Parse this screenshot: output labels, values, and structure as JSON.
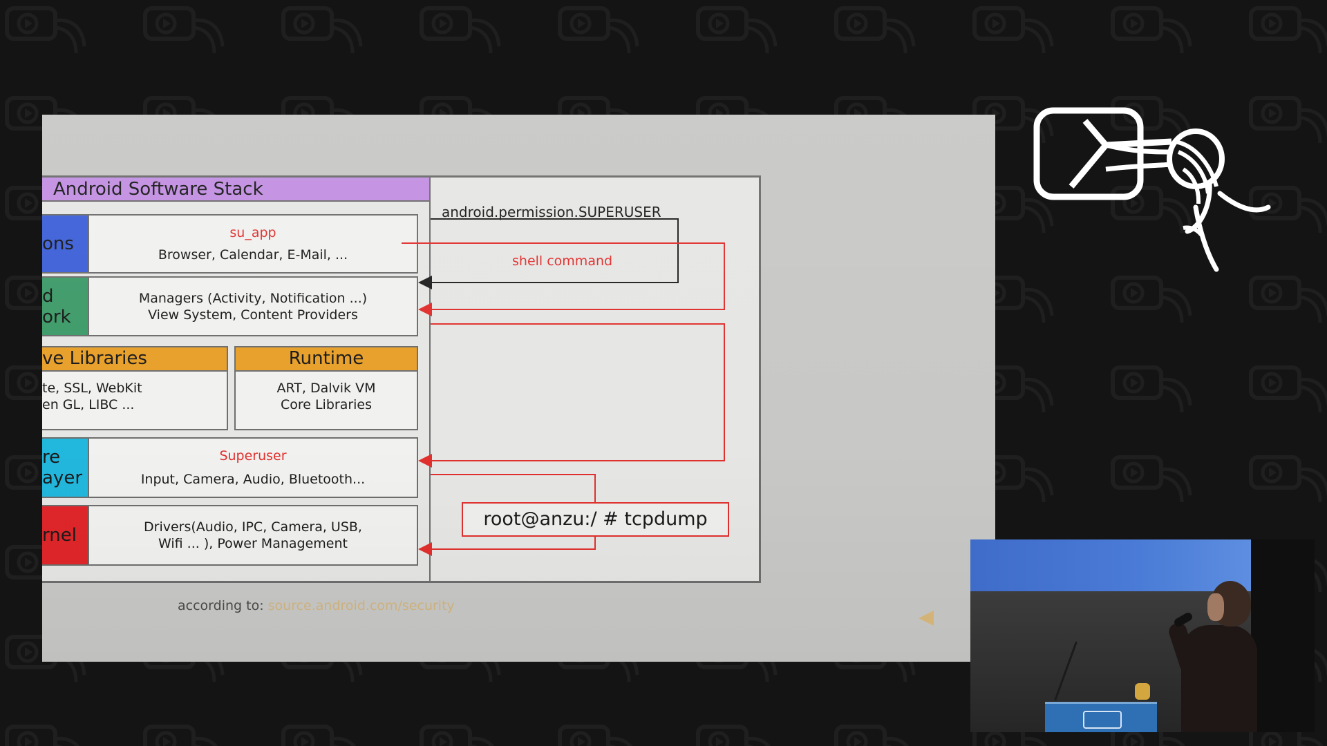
{
  "diagram": {
    "stack_title": "Android Software Stack",
    "permission": "android.permission.SUPERUSER",
    "shell_command": "shell command",
    "tcpdump": "root@anzu:/ # tcpdump",
    "layers": {
      "applications": {
        "side_lines": [
          "ons"
        ],
        "highlight": "su_app",
        "text_lines": [
          "Browser, Calendar, E-Mail, ..."
        ],
        "side_color": "#3f62d8"
      },
      "framework": {
        "side_lines": [
          "d",
          "ork"
        ],
        "text_lines": [
          "Managers (Activity, Notification ...)",
          "View System, Content Providers"
        ],
        "side_color": "#3f9b6a"
      },
      "native_libraries": {
        "head": "ve Libraries",
        "text_lines": [
          "te, SSL, WebKit",
          "en GL, LIBC ..."
        ]
      },
      "runtime": {
        "head": "Runtime",
        "text_lines": [
          "ART, Dalvik VM",
          "Core Libraries"
        ]
      },
      "hal": {
        "side_lines": [
          "re",
          "ayer"
        ],
        "highlight": "Superuser",
        "text_lines": [
          "Input, Camera, Audio, Bluetooth..."
        ],
        "side_color": "#22b7dd"
      },
      "kernel": {
        "side_lines": [
          "rnel"
        ],
        "text_lines": [
          "Drivers(Audio, IPC, Camera, USB,",
          "Wifi ... ), Power Management"
        ],
        "side_color": "#e0262a"
      }
    }
  },
  "footer": {
    "according_to": "according to:",
    "source_link": "source.android.com/security"
  },
  "colors": {
    "arrow_red": "#e0302e",
    "arrow_black": "#222222",
    "stack_title_bg": "#c391e3",
    "library_head_bg": "#e8a02a"
  },
  "icons": {
    "logo": "conference-logo-icon",
    "next": "next-arrow-icon"
  }
}
